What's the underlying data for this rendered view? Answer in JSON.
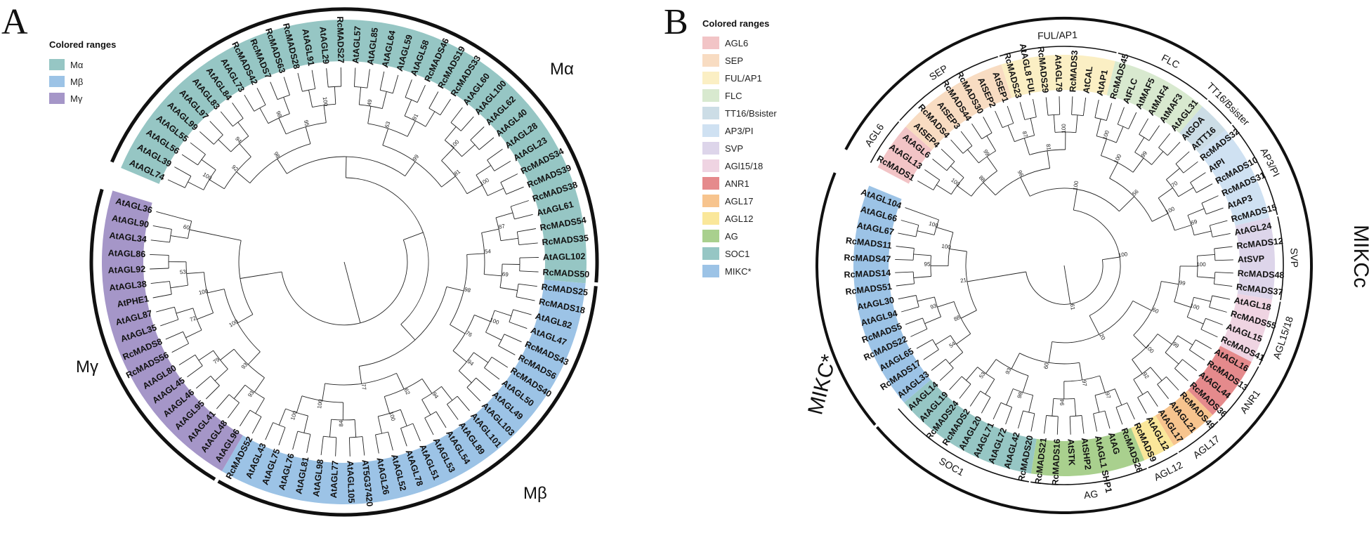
{
  "panel_a": {
    "label": "A",
    "legend": {
      "title": "Colored ranges",
      "items": [
        {
          "name": "Mα",
          "color": "#96c6c4"
        },
        {
          "name": "Mβ",
          "color": "#9cc3e6"
        },
        {
          "name": "Mγ",
          "color": "#a596c8"
        }
      ]
    },
    "group_labels": {
      "alpha": "Mα",
      "beta": "Mβ",
      "gamma": "Mγ"
    },
    "leaves": [
      "AtAGL74",
      "AtAGL39",
      "AtAGL56",
      "AtAGL55",
      "AtAGL99",
      "AtAGL97",
      "AtAGL83",
      "AtAGL84",
      "AtAGL73",
      "RcMADS42",
      "RcMADS7",
      "RcMADS63",
      "RcMADS28",
      "AtAGL91",
      "AtAGL29",
      "RcMADS27",
      "AtAGL57",
      "AtAGL85",
      "AtAGL64",
      "AtAGL59",
      "AtAGL58",
      "RcMADS46",
      "RcMADS19",
      "RcMADS33",
      "AtAGL60",
      "AtAGL100",
      "AtAGL62",
      "AtAGL40",
      "AtAGL28",
      "AtAGL23",
      "RcMADS34",
      "RcMADS39",
      "RcMADS38",
      "AtAGL61",
      "RcMADS54",
      "RcMADS35",
      "AtAGL102",
      "RcMADS50",
      "RcMADS25",
      "RcMADS18",
      "AtAGL82",
      "AtAGL47",
      "RcMADS43",
      "RcMADS6",
      "RcMADS40",
      "AtAGL50",
      "AtAGL49",
      "AtAGL103",
      "AtAGL101",
      "AtAGL89",
      "AtAGL54",
      "AtAGL53",
      "AtAGL51",
      "AtAGL78",
      "AtAGL52",
      "AtAGL26",
      "AT5G37420",
      "AtAGL105",
      "AtAGL77",
      "AtAGL98",
      "AtAGL81",
      "AtAGL76",
      "AtAGL75",
      "AtAGL43",
      "RcMADS52",
      "AtAGL96",
      "AtAGL48",
      "AtAGL41",
      "AtAGL95",
      "AtAGL46",
      "AtAGL45",
      "AtAGL80",
      "RcMADS56",
      "RcMADS8",
      "AtAGL35",
      "AtAGL87",
      "AtPHE1",
      "AtAGL38",
      "AtAGL92",
      "AtAGL86",
      "AtAGL34",
      "AtAGL90",
      "AtAGL36"
    ],
    "bootstrap": [
      "100",
      "94",
      "98",
      "100",
      "49",
      "91",
      "100",
      "100",
      "87",
      "69",
      "100",
      "94",
      "94",
      "100",
      "84",
      "100",
      "93",
      "79",
      "72",
      "53",
      "60",
      "92",
      "95",
      "63",
      "81",
      "54",
      "76",
      "62",
      "100",
      "93",
      "100",
      "98",
      "99",
      "98",
      "77",
      "100"
    ]
  },
  "panel_b": {
    "label": "B",
    "legend": {
      "title": "Colored ranges",
      "items": [
        {
          "name": "AGL6",
          "color": "#f2c4c6"
        },
        {
          "name": "SEP",
          "color": "#f8dcc2"
        },
        {
          "name": "FUL/AP1",
          "color": "#fbefc4"
        },
        {
          "name": "FLC",
          "color": "#d8e9cf"
        },
        {
          "name": "TT16/Bsister",
          "color": "#ccdde6"
        },
        {
          "name": "AP3/PI",
          "color": "#cfe1f2"
        },
        {
          "name": "SVP",
          "color": "#ddd5ea"
        },
        {
          "name": "AGl15/18",
          "color": "#efd4e2"
        },
        {
          "name": "ANR1",
          "color": "#e58a8c"
        },
        {
          "name": "AGL17",
          "color": "#f7c48e"
        },
        {
          "name": "AGL12",
          "color": "#fae79a"
        },
        {
          "name": "AG",
          "color": "#a9d08e"
        },
        {
          "name": "SOC1",
          "color": "#96c6c4"
        },
        {
          "name": "MIKC*",
          "color": "#9cc3e6"
        }
      ]
    },
    "outer_labels": {
      "mikcc": "MIKCc",
      "mikcstar": "MIKC*"
    },
    "group_labels": [
      "AGL6",
      "SEP",
      "FUL/AP1",
      "FLC",
      "TT16/Bsister",
      "AP3/PI",
      "SVP",
      "AGL15/18",
      "ANR1",
      "AGL17",
      "AGL12",
      "AG",
      "SOC1"
    ],
    "leaves": [
      "RcMADS1",
      "AtAGL13",
      "AtAGL6",
      "AtSEP4",
      "RcMADS4",
      "AtSEP3",
      "RcMADS44",
      "RcMADS30",
      "AtSEP2",
      "AtSEP1",
      "RcMADS23",
      "AtAGL8 FUL",
      "RcMADS29",
      "AtAGL79",
      "RcMADS3",
      "AtCAL",
      "AtAP1",
      "RcMADS45",
      "AtFLC",
      "AtMAF5",
      "AtMAF4",
      "AtMAF3",
      "AtAGL31",
      "AtGOA",
      "AtTT16",
      "RcMADS32",
      "AtPI",
      "RcMADS10",
      "RcMADS31",
      "AtAP3",
      "RcMADS15",
      "AtAGL24",
      "RcMADS12",
      "AtSVP",
      "RcMADS48",
      "RcMADS37",
      "AtAGL18",
      "RcMADS55",
      "AtAGL15",
      "RcMADS41",
      "AtAGL16",
      "RcMADS13",
      "AtAGL44",
      "RcMADS36",
      "RcMADS49",
      "AtAGL21",
      "AtAGL17",
      "AtAGL12",
      "RcMADS9",
      "RcMADS26",
      "AtAG",
      "AtAGL1 SHP1",
      "AtSHP2",
      "AtSTK",
      "RcMADS16",
      "RcMADS21",
      "RcMADS20",
      "AtAGL42",
      "AtAGL72",
      "AtAGL71",
      "AtAGL20",
      "RcMADS2",
      "RcMADS24",
      "AtAGL19",
      "AtAGL14",
      "AtAGL33",
      "RcMADS17",
      "AtAGL65",
      "RcMADS22",
      "RcMADS5",
      "AtAGL94",
      "AtAGL30",
      "RcMADS51",
      "RcMADS14",
      "RcMADS47",
      "RcMADS11",
      "AtAGL67",
      "AtAGL66",
      "AtAGL104"
    ],
    "bootstrap": [
      "100",
      "99",
      "87",
      "100",
      "100",
      "99",
      "70",
      "69",
      "100",
      "100",
      "99",
      "92",
      "97",
      "94",
      "98",
      "53",
      "54",
      "93",
      "95",
      "100",
      "88",
      "81",
      "100",
      "100",
      "99",
      "100",
      "97",
      "93",
      "88",
      "100",
      "96",
      "56",
      "60",
      "60",
      "21",
      "100",
      "20",
      "100",
      "61",
      "98",
      "100",
      "100",
      "100",
      "93"
    ]
  }
}
